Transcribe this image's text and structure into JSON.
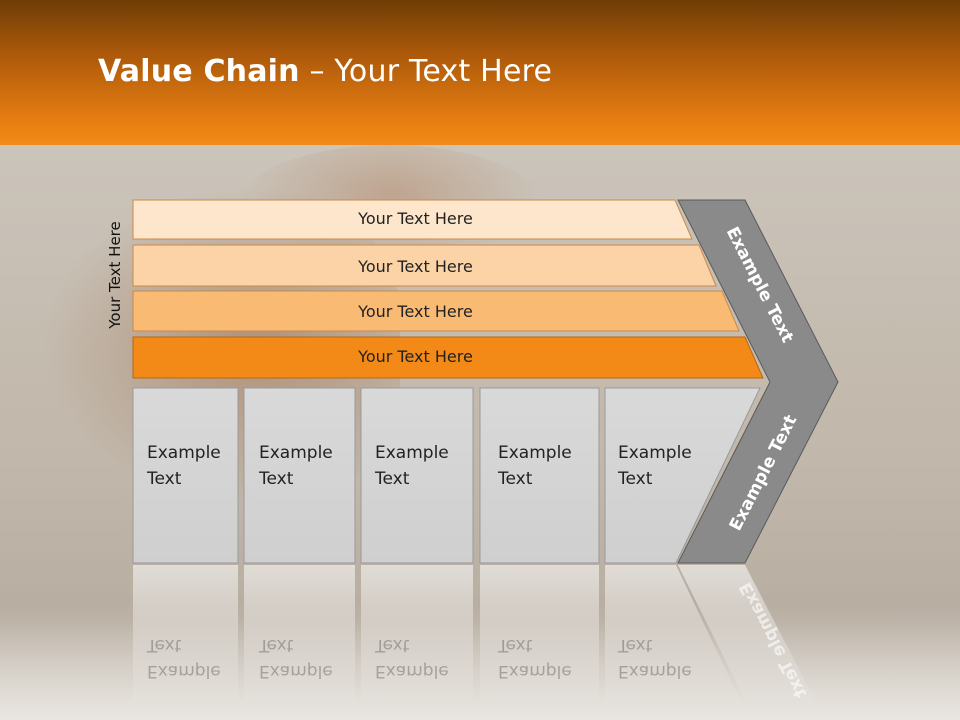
{
  "title": {
    "bold": "Value Chain",
    "rest": " – Your Text Here"
  },
  "side_label": "Your Text Here",
  "bars": [
    {
      "label": "Your Text Here",
      "color": "#fde6cc"
    },
    {
      "label": "Your Text Here",
      "color": "#fbd3a6"
    },
    {
      "label": "Your Text Here",
      "color": "#f9bb74"
    },
    {
      "label": "Your Text Here",
      "color": "#f38a17"
    }
  ],
  "boxes": [
    {
      "line1": "Example",
      "line2": "Text"
    },
    {
      "line1": "Example",
      "line2": "Text"
    },
    {
      "line1": "Example",
      "line2": "Text"
    },
    {
      "line1": "Example",
      "line2": "Text"
    },
    {
      "line1": "Example",
      "line2": "Text"
    }
  ],
  "arrow": {
    "top_text": "Example Text",
    "bottom_text": "Example Text",
    "color": "#8a8a8a"
  },
  "colors": {
    "header": "#e97f12",
    "box_fill": "#d6d6d6"
  }
}
